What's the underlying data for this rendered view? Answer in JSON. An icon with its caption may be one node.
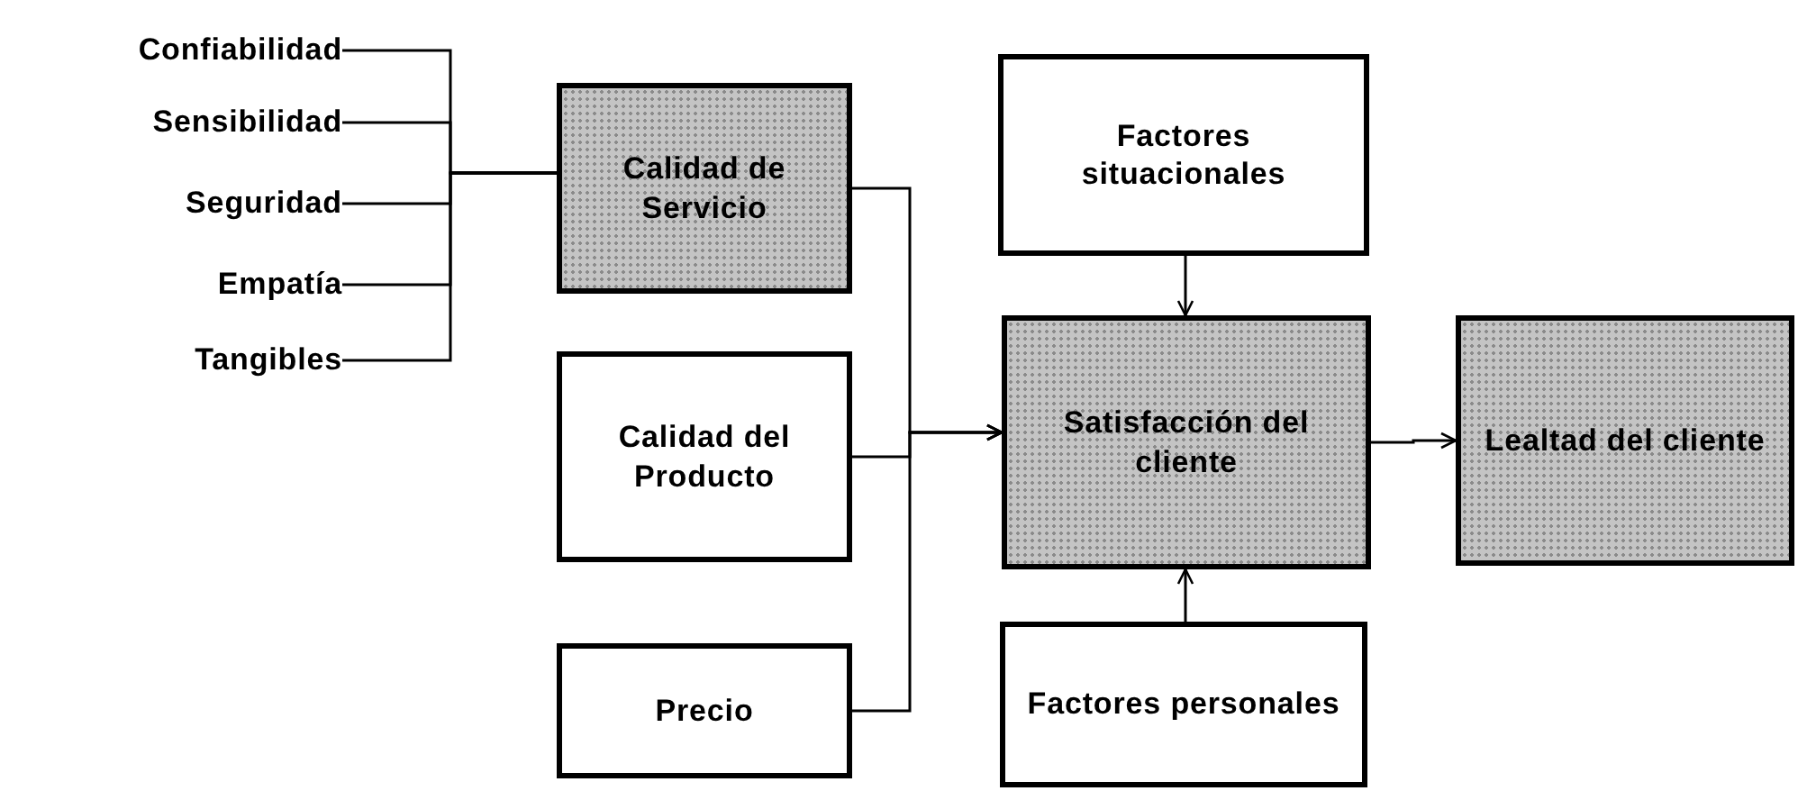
{
  "diagram": {
    "nodes": [
      {
        "text": [
          "Confiabilidad"
        ]
      },
      {
        "text": [
          "Sensibilidad"
        ]
      },
      {
        "text": [
          "Seguridad"
        ]
      },
      {
        "text": [
          "Empatía"
        ]
      },
      {
        "text": [
          "Tangibles"
        ]
      },
      {
        "text": [
          "Calidad de Servicio"
        ]
      },
      {
        "text": [
          "Calidad del Producto"
        ]
      },
      {
        "text": [
          "Precio"
        ]
      },
      {
        "text": [
          "Factores situacionales"
        ]
      },
      {
        "text": [
          "Satisfacción del cliente"
        ]
      },
      {
        "text": [
          "Lealtad del cliente"
        ]
      },
      {
        "text": [
          "Factores personales"
        ]
      }
    ],
    "edges": [
      {
        "from": 0,
        "to": 5,
        "arrow": "none"
      },
      {
        "from": 1,
        "to": 5,
        "arrow": "none"
      },
      {
        "from": 2,
        "to": 5,
        "arrow": "none"
      },
      {
        "from": 3,
        "to": 5,
        "arrow": "none"
      },
      {
        "from": 4,
        "to": 5,
        "arrow": "none"
      },
      {
        "from": 5,
        "to": 9,
        "arrow": "to"
      },
      {
        "from": 6,
        "to": 9,
        "arrow": "to"
      },
      {
        "from": 7,
        "to": 9,
        "arrow": "to"
      },
      {
        "from": 8,
        "to": 9,
        "arrow": "to"
      },
      {
        "from": 11,
        "to": 9,
        "arrow": "to"
      },
      {
        "from": 9,
        "to": 10,
        "arrow": "to"
      }
    ]
  }
}
